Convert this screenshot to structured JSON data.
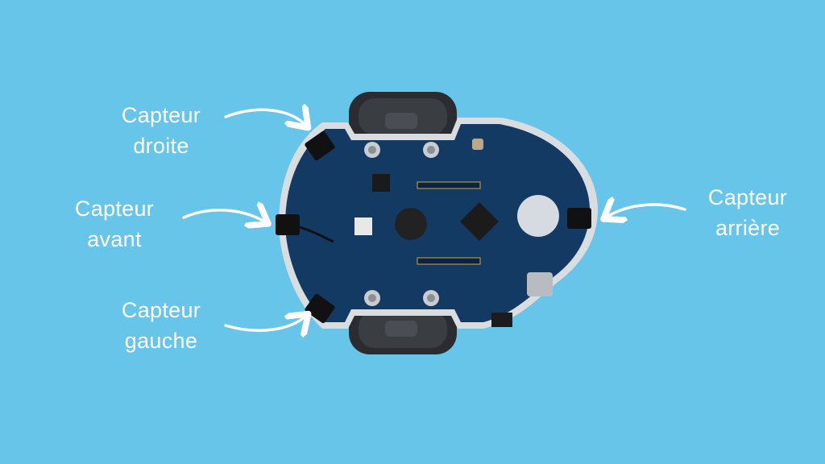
{
  "labels": {
    "right_sensor": {
      "line1": "Capteur",
      "line2": "droite"
    },
    "front_sensor": {
      "line1": "Capteur",
      "line2": "avant"
    },
    "left_sensor": {
      "line1": "Capteur",
      "line2": "gauche"
    },
    "rear_sensor": {
      "line1": "Capteur",
      "line2": "arrière"
    }
  },
  "colors": {
    "background": "#67c5ea",
    "pcb": "#123a63",
    "pcb_outline": "#d9dde0",
    "label_text": "#ffffff",
    "wheel": "#2a2c30"
  }
}
